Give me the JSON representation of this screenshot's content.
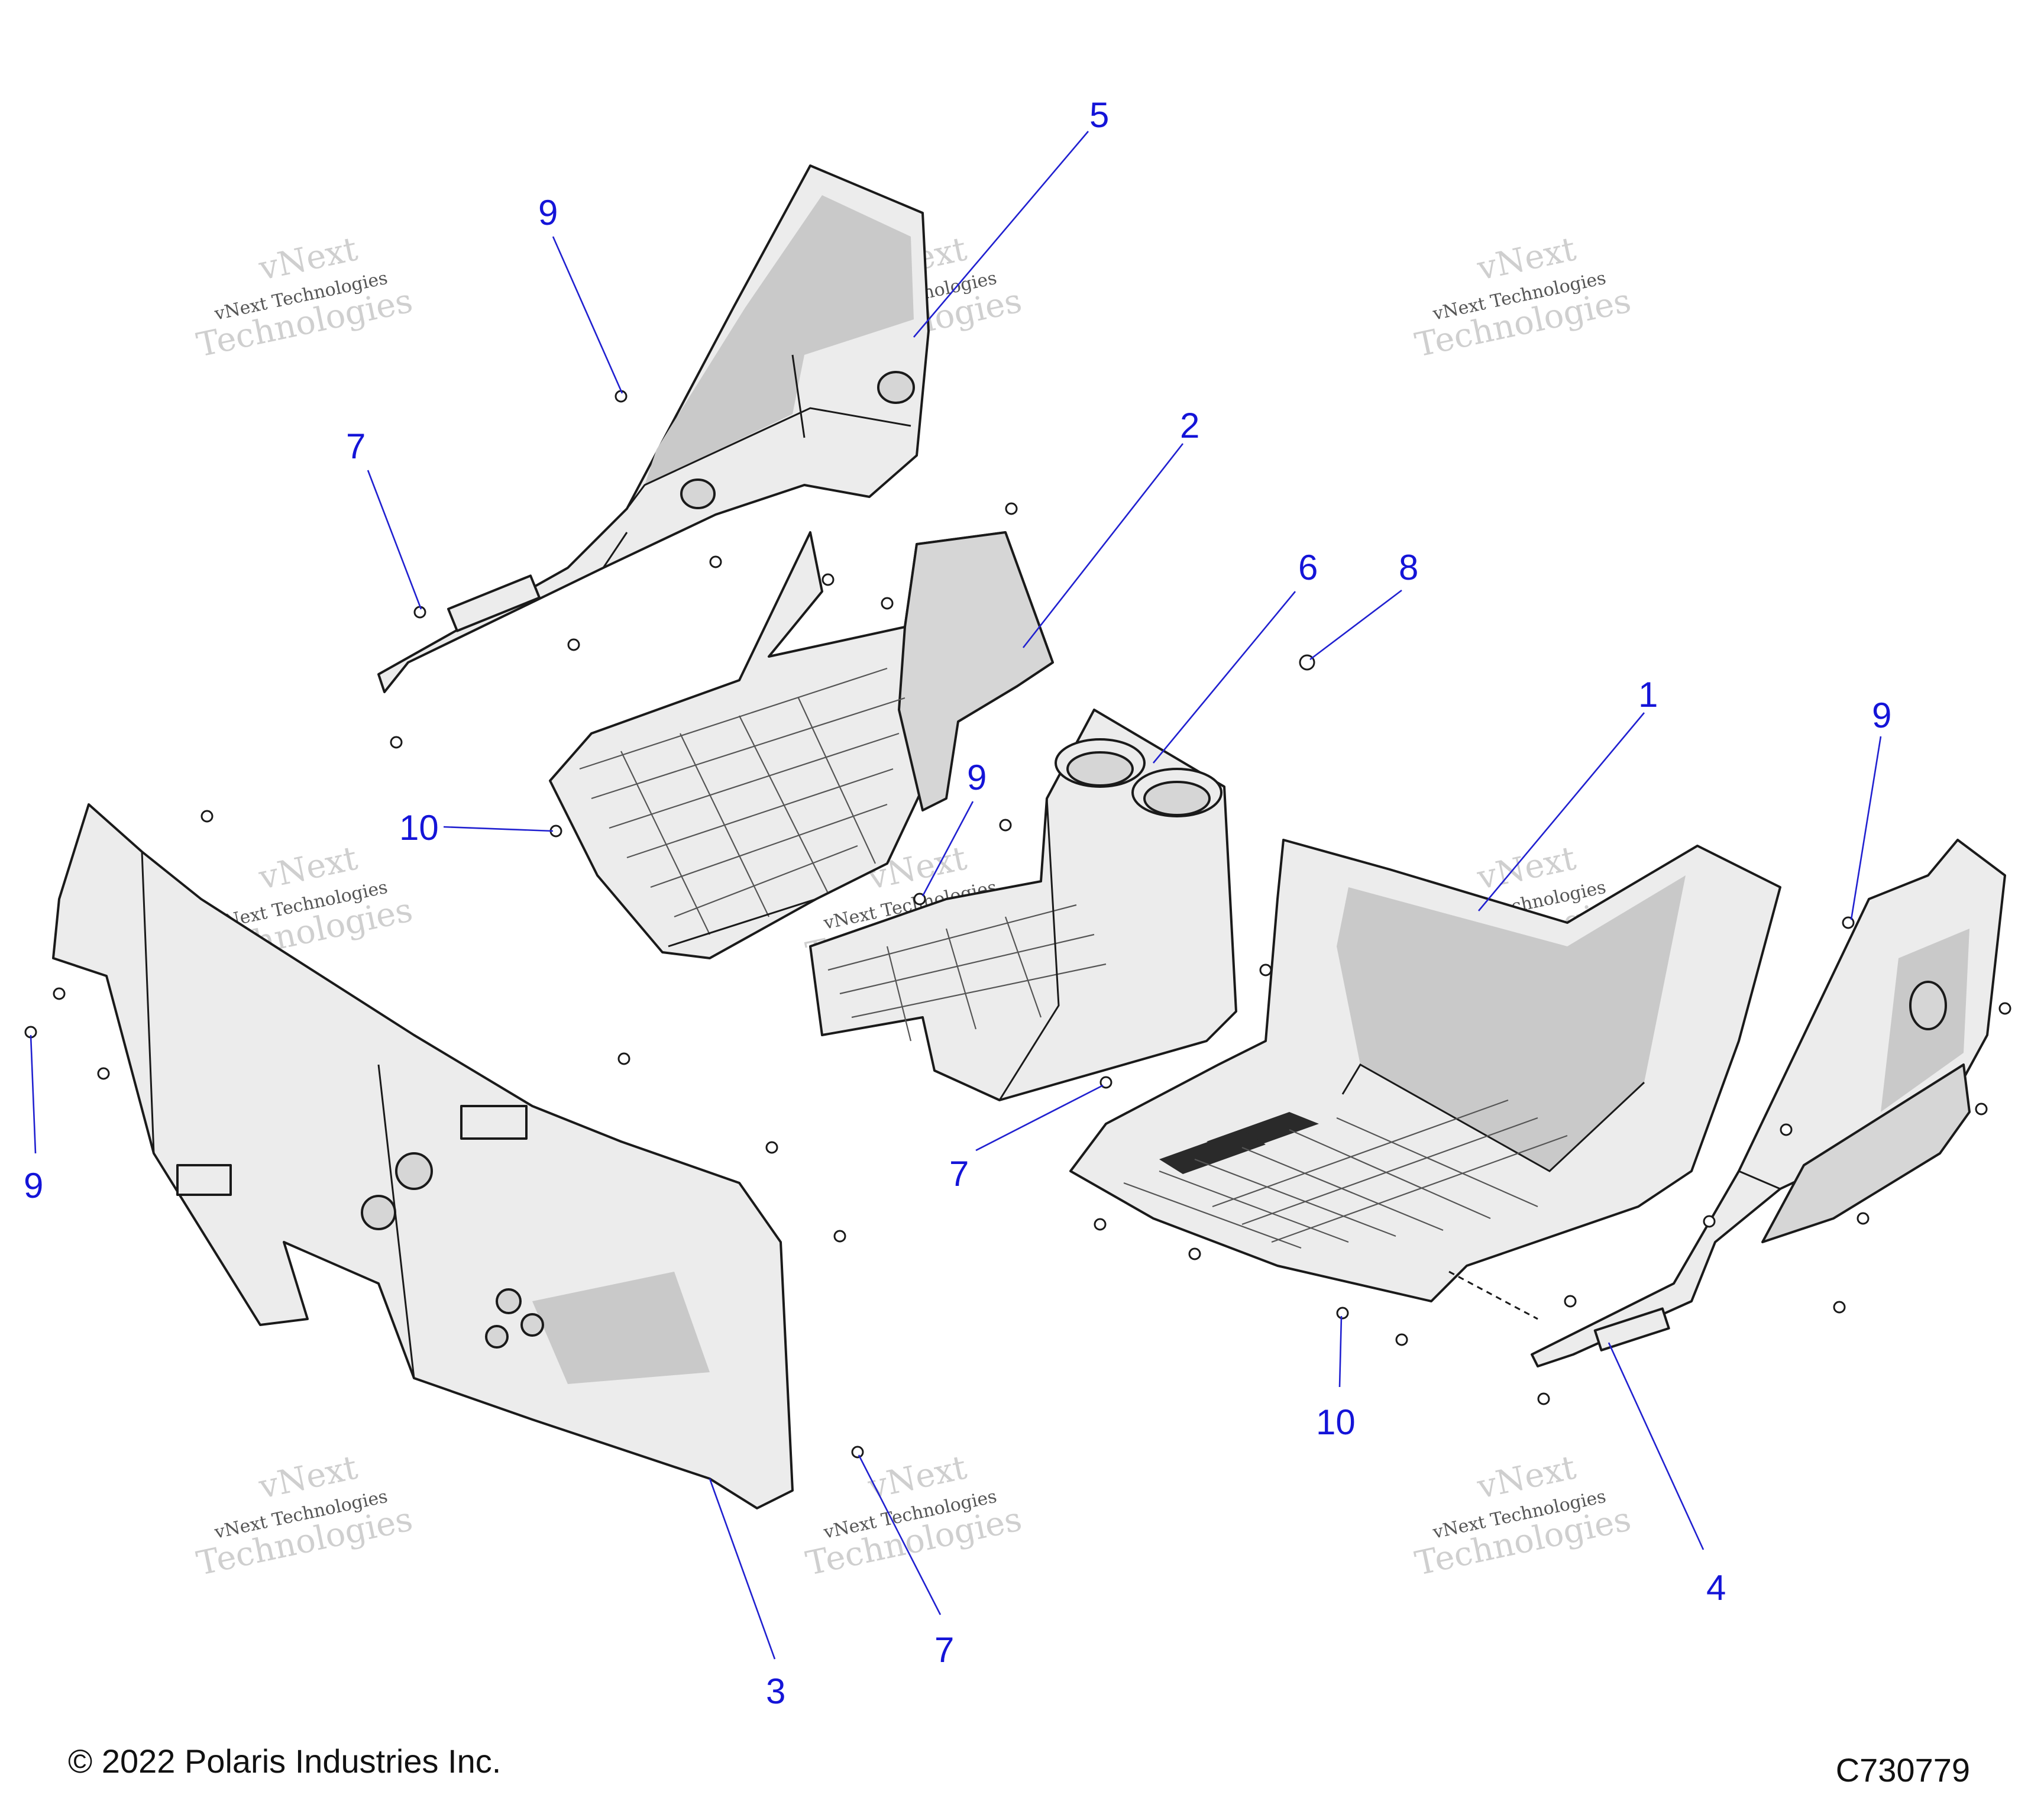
{
  "callouts": {
    "c1": "1",
    "c2": "2",
    "c3": "3",
    "c4": "4",
    "c5": "5",
    "c6": "6",
    "c7a": "7",
    "c7b": "7",
    "c7c": "7",
    "c8": "8",
    "c9a": "9",
    "c9b": "9",
    "c9c": "9",
    "c9d": "9",
    "c10a": "10",
    "c10b": "10"
  },
  "watermark": {
    "line1": "vNext Technologies",
    "line2": "Technologies",
    "line3": "vNext"
  },
  "footer": {
    "copyright": "© 2022 Polaris Industries Inc.",
    "diagram_id": "C730779"
  },
  "colors": {
    "callout": "#1414d8",
    "outline": "#1a1a1a",
    "part_fill": "#ececec"
  }
}
